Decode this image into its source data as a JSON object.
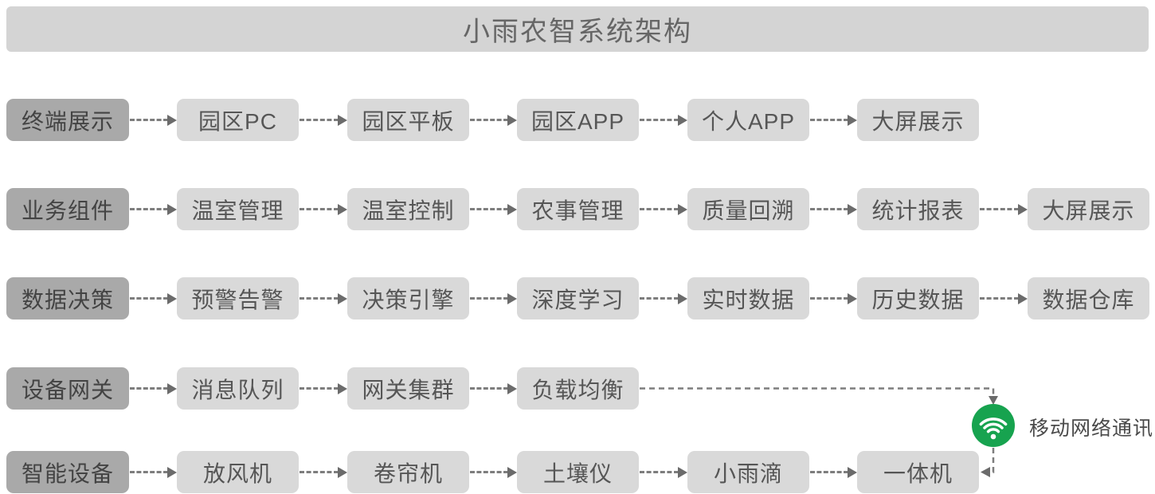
{
  "title": "小雨农智系统架构",
  "rows": [
    {
      "label": "终端展示",
      "nodes": [
        "园区PC",
        "园区平板",
        "园区APP",
        "个人APP",
        "大屏展示"
      ]
    },
    {
      "label": "业务组件",
      "nodes": [
        "温室管理",
        "温室控制",
        "农事管理",
        "质量回溯",
        "统计报表",
        "大屏展示"
      ]
    },
    {
      "label": "数据决策",
      "nodes": [
        "预警告警",
        "决策引擎",
        "深度学习",
        "实时数据",
        "历史数据",
        "数据仓库"
      ]
    },
    {
      "label": "设备网关",
      "nodes": [
        "消息队列",
        "网关集群",
        "负载均衡"
      ]
    },
    {
      "label": "智能设备",
      "nodes": [
        "放风机",
        "卷帘机",
        "土壤仪",
        "小雨滴",
        "一体机"
      ]
    }
  ],
  "network": {
    "label": "移动网络通讯",
    "icon": "wifi-icon",
    "from": "负载均衡",
    "to": "一体机"
  },
  "colors": {
    "background": "#ffffff",
    "title_bar_bg": "#d4d4d4",
    "title_text": "#666666",
    "row_label_bg": "#a9a9a9",
    "label_text": "#434343",
    "node_bg": "#d9d9d9",
    "node_text": "#565656",
    "arrow": "#7d7d7d",
    "arrow_head": "#6b6b6b",
    "wifi_green": "#17a34f",
    "network_text": "#4a4a4a"
  }
}
